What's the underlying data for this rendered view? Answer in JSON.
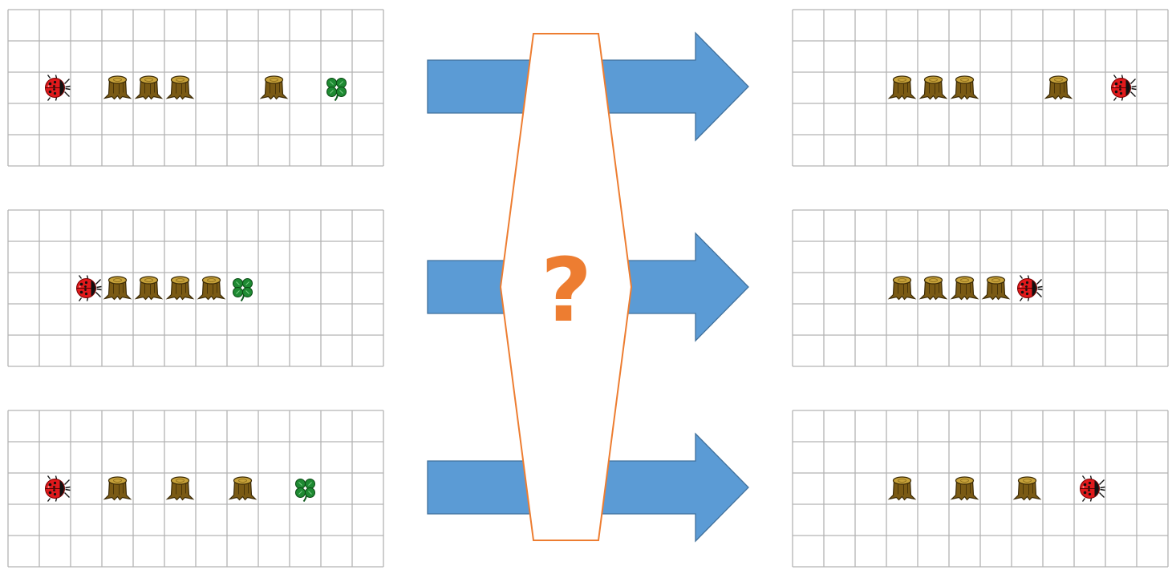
{
  "grid": {
    "cols": 12,
    "rows": 5
  },
  "colors": {
    "grid_line": "#b3b3b3",
    "arrow_fill": "#5b9bd5",
    "arrow_stroke": "#41719c",
    "hex_stroke": "#ed7d31",
    "hex_fill": "#ffffff",
    "question": "#ed7d31"
  },
  "center": {
    "symbol": "?"
  },
  "icons": {
    "ladybug": "ladybug-icon",
    "stump": "stump-icon",
    "clover": "clover-icon"
  },
  "examples": [
    {
      "before": [
        {
          "kind": "ladybug",
          "col": 1,
          "row": 2
        },
        {
          "kind": "stump",
          "col": 3,
          "row": 2
        },
        {
          "kind": "stump",
          "col": 4,
          "row": 2
        },
        {
          "kind": "stump",
          "col": 5,
          "row": 2
        },
        {
          "kind": "stump",
          "col": 8,
          "row": 2
        },
        {
          "kind": "clover",
          "col": 10,
          "row": 2
        }
      ],
      "after": [
        {
          "kind": "stump",
          "col": 3,
          "row": 2
        },
        {
          "kind": "stump",
          "col": 4,
          "row": 2
        },
        {
          "kind": "stump",
          "col": 5,
          "row": 2
        },
        {
          "kind": "stump",
          "col": 8,
          "row": 2
        },
        {
          "kind": "ladybug",
          "col": 10,
          "row": 2
        }
      ]
    },
    {
      "before": [
        {
          "kind": "ladybug",
          "col": 2,
          "row": 2
        },
        {
          "kind": "stump",
          "col": 3,
          "row": 2
        },
        {
          "kind": "stump",
          "col": 4,
          "row": 2
        },
        {
          "kind": "stump",
          "col": 5,
          "row": 2
        },
        {
          "kind": "stump",
          "col": 6,
          "row": 2
        },
        {
          "kind": "clover",
          "col": 7,
          "row": 2
        }
      ],
      "after": [
        {
          "kind": "stump",
          "col": 3,
          "row": 2
        },
        {
          "kind": "stump",
          "col": 4,
          "row": 2
        },
        {
          "kind": "stump",
          "col": 5,
          "row": 2
        },
        {
          "kind": "stump",
          "col": 6,
          "row": 2
        },
        {
          "kind": "ladybug",
          "col": 7,
          "row": 2
        }
      ]
    },
    {
      "before": [
        {
          "kind": "ladybug",
          "col": 1,
          "row": 2
        },
        {
          "kind": "stump",
          "col": 3,
          "row": 2
        },
        {
          "kind": "stump",
          "col": 5,
          "row": 2
        },
        {
          "kind": "stump",
          "col": 7,
          "row": 2
        },
        {
          "kind": "clover",
          "col": 9,
          "row": 2
        }
      ],
      "after": [
        {
          "kind": "stump",
          "col": 3,
          "row": 2
        },
        {
          "kind": "stump",
          "col": 5,
          "row": 2
        },
        {
          "kind": "stump",
          "col": 7,
          "row": 2
        },
        {
          "kind": "ladybug",
          "col": 9,
          "row": 2
        }
      ]
    }
  ]
}
